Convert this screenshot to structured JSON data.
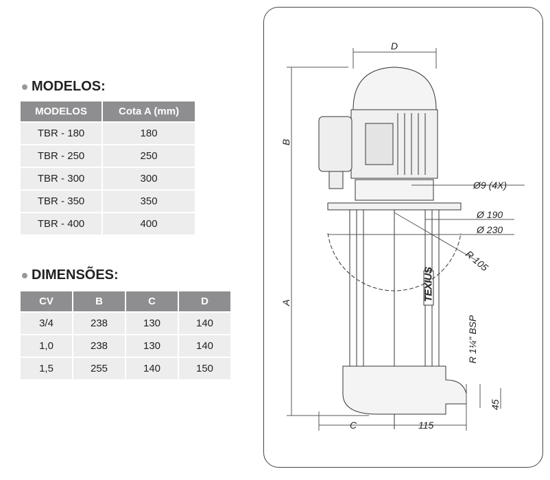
{
  "models": {
    "title": "MODELOS:",
    "headers": [
      "MODELOS",
      "Cota A (mm)"
    ],
    "rows": [
      [
        "TBR - 180",
        "180"
      ],
      [
        "TBR - 250",
        "250"
      ],
      [
        "TBR - 300",
        "300"
      ],
      [
        "TBR - 350",
        "350"
      ],
      [
        "TBR - 400",
        "400"
      ]
    ]
  },
  "dimensions": {
    "title": "DIMENSÕES:",
    "headers": [
      "CV",
      "B",
      "C",
      "D"
    ],
    "rows": [
      [
        "3/4",
        "238",
        "130",
        "140"
      ],
      [
        "1,0",
        "238",
        "130",
        "140"
      ],
      [
        "1,5",
        "255",
        "140",
        "150"
      ]
    ]
  },
  "drawing": {
    "D": "D",
    "B": "B",
    "A": "A",
    "C": "C",
    "hole": "Ø9 (4X)",
    "d190": "Ø  190",
    "d230": "Ø  230",
    "r105": "R 105",
    "bsp": "R 1¼\" BSP",
    "h45": "45",
    "w115": "115",
    "brand": "TEXIUS"
  }
}
